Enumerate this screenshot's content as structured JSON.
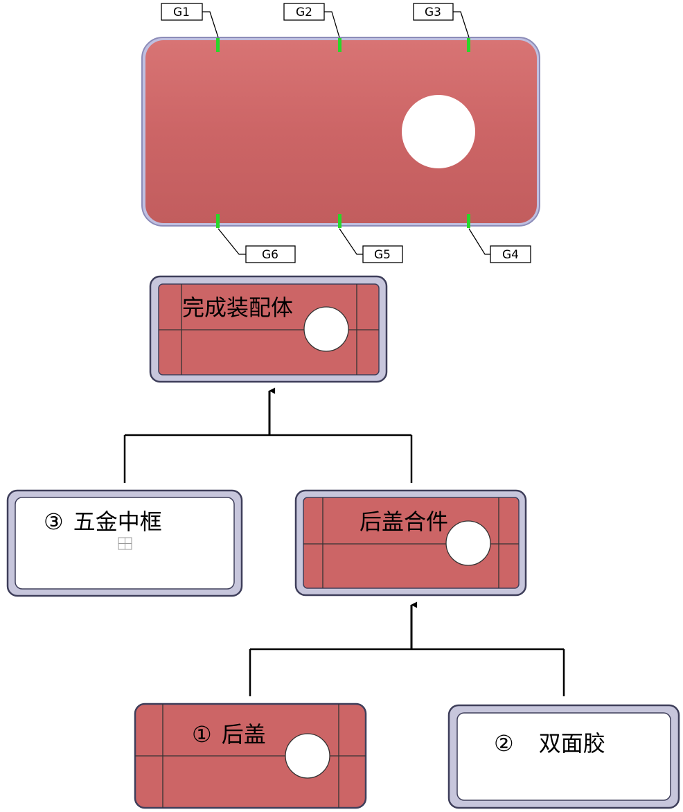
{
  "colors": {
    "part_fill": "#cc6566",
    "frame_fill": "#c7c6dc",
    "frame_stroke": "#3e3e5a",
    "green_marker": "#2ad62a",
    "hole_fill": "#ffffff",
    "arrow": "#000000"
  },
  "top_part": {
    "tags": [
      "G1",
      "G2",
      "G3",
      "G4",
      "G5",
      "G6"
    ]
  },
  "nodes": {
    "complete_assembly": {
      "label": "完成装配体"
    },
    "middle_frame": {
      "number": "③",
      "label": "五金中框"
    },
    "back_cover_assembly": {
      "label": "后盖合件"
    },
    "back_cover": {
      "number": "①",
      "label": "后盖"
    },
    "double_sided_tape": {
      "number": "②",
      "label": "双面胶"
    }
  }
}
